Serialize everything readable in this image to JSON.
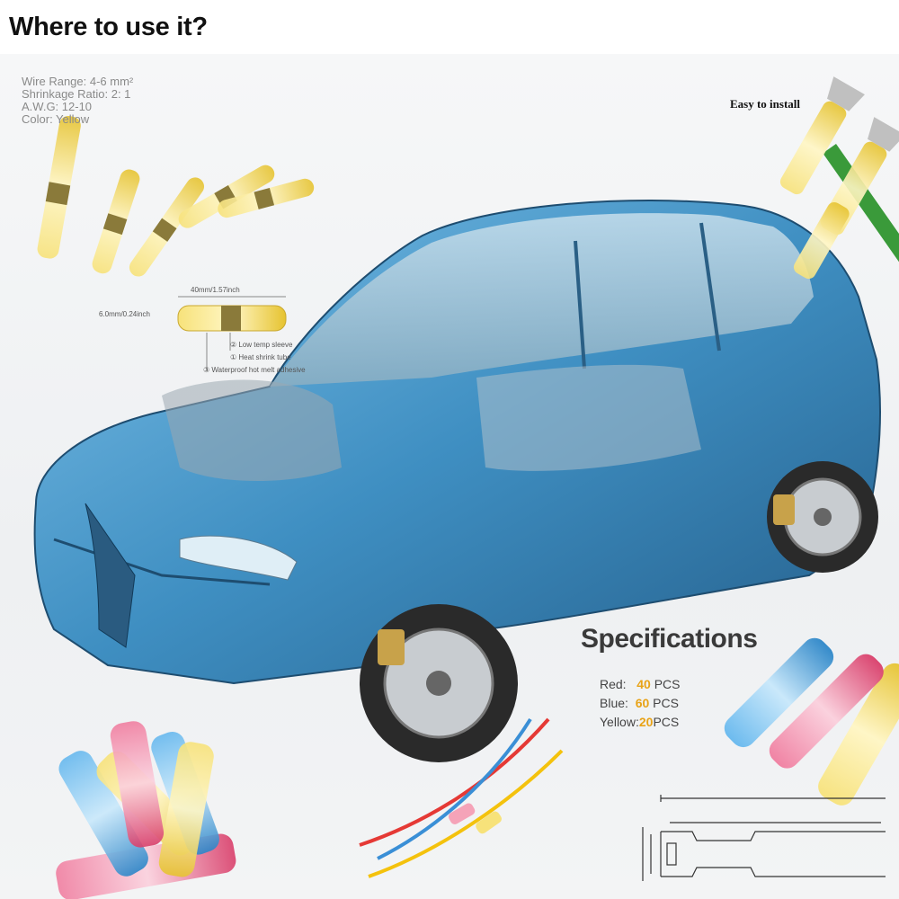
{
  "title": "Where to use it?",
  "product_specs": {
    "wire_range": "Wire Range: 4-6 mm²",
    "shrinkage": "Shrinkage Ratio: 2: 1",
    "awg": "A.W.G: 12-10",
    "color": "Color: Yellow"
  },
  "easy_label": "Easy to install",
  "dimensions": {
    "length": "40mm/1.57inch",
    "diameter": "6.0mm/0.24inch"
  },
  "callouts": [
    "② Low temp sleeve",
    "① Heat shrink tube",
    "③ Waterproof hot melt adhesive"
  ],
  "specifications": {
    "heading": "Specifications",
    "items": [
      {
        "label": "Red:",
        "count": "40",
        "unit": "PCS"
      },
      {
        "label": "Blue:",
        "count": "60",
        "unit": "PCS"
      },
      {
        "label": "Yellow:",
        "count": "20",
        "unit": "PCS"
      }
    ]
  },
  "colors": {
    "yellow": "#f2d44a",
    "blue": "#4aa3e0",
    "red": "#e8547a",
    "car": "#3f8fc2",
    "accent": "#e8a317"
  }
}
